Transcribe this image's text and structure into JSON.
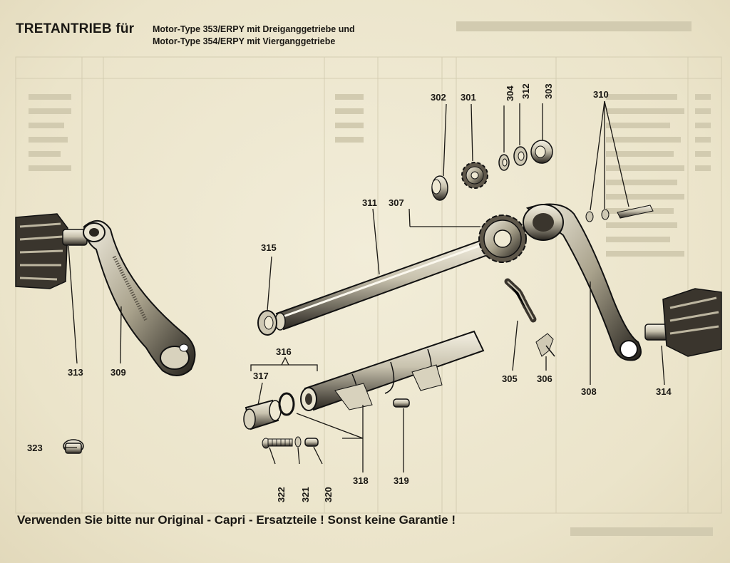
{
  "header": {
    "title": "TRETANTRIEB für",
    "motor_line_1": "Motor-Type 353/ERPY mit Dreiganggetriebe und",
    "motor_line_2": "Motor-Type 354/ERPY mit Vierganggetriebe"
  },
  "footer": {
    "notice": "Verwenden Sie bitte nur Original - Capri - Ersatzteile ! Sonst keine Garantie !"
  },
  "parts": {
    "p301": "301",
    "p302": "302",
    "p303": "303",
    "p304": "304",
    "p305": "305",
    "p306": "306",
    "p307": "307",
    "p308": "308",
    "p309": "309",
    "p310": "310",
    "p311": "311",
    "p312": "312",
    "p313": "313",
    "p314": "314",
    "p315": "315",
    "p316": "316",
    "p317": "317",
    "p318": "318",
    "p319": "319",
    "p320": "320",
    "p321": "321",
    "p322": "322",
    "p323": "323"
  },
  "colors": {
    "paper": "#efe9d3",
    "ink": "#1a1814",
    "bleed_through": "#c9c2a6"
  }
}
